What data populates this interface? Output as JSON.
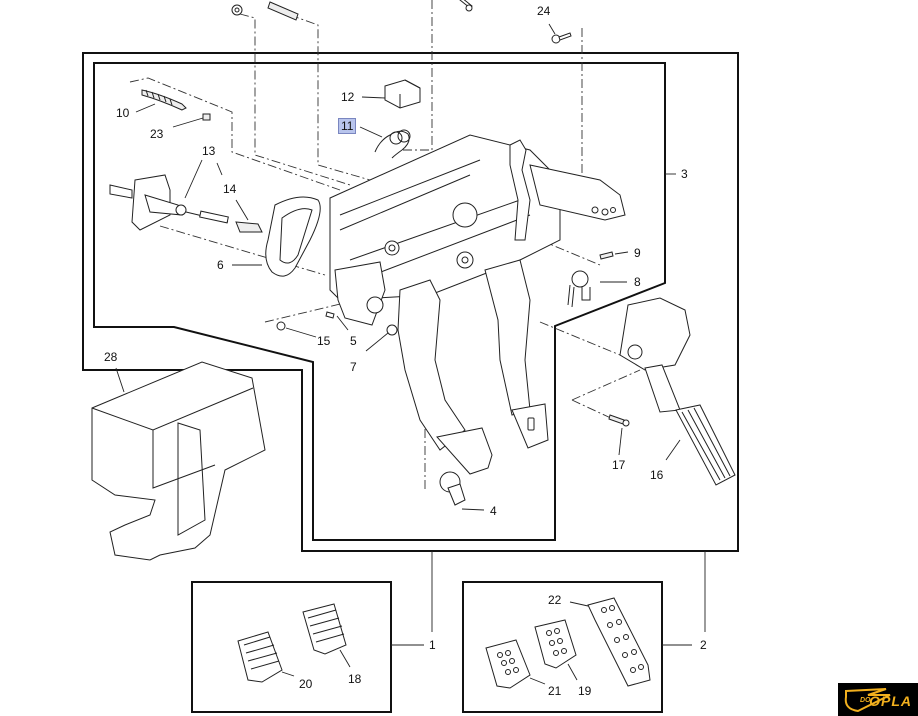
{
  "diagram": {
    "title": "Pedal assembly exploded view",
    "highlighted_callout": "11",
    "highlight_color": "#b8c4ec",
    "callouts": {
      "c1": "1",
      "c2": "2",
      "c3": "3",
      "c4": "4",
      "c5": "5",
      "c6": "6",
      "c7": "7",
      "c8": "8",
      "c9": "9",
      "c10": "10",
      "c11": "11",
      "c12": "12",
      "c13": "13",
      "c14": "14",
      "c15": "15",
      "c16": "16",
      "c17": "17",
      "c18": "18",
      "c19": "19",
      "c20": "20",
      "c21": "21",
      "c22": "22",
      "c23": "23",
      "c24": "24",
      "c28": "28"
    }
  },
  "logo": {
    "prefix": "DO",
    "name": "OPLA",
    "color": "#f2b01e"
  }
}
